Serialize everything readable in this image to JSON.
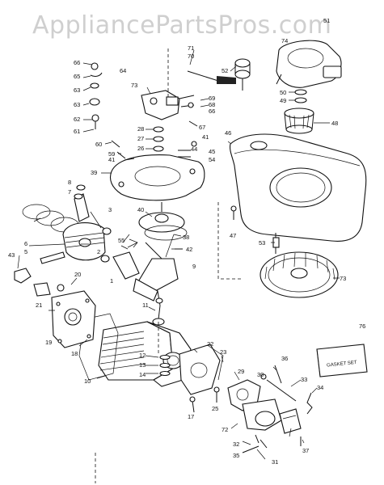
{
  "watermark": "AppliancePartsPros.com",
  "labels": {
    "l1": "1",
    "l2": "2",
    "l3": "3",
    "l5": "5",
    "l6": "6",
    "l7": "7",
    "l8": "8",
    "l9": "9",
    "l10": "10",
    "l11": "11",
    "l12": "12",
    "l13": "13",
    "l14": "14",
    "l17": "17",
    "l18": "18",
    "l19": "19",
    "l20": "20",
    "l21": "21",
    "l22": "22",
    "l23": "23",
    "l25": "25",
    "l26": "26",
    "l27": "27",
    "l28": "28",
    "l29": "29",
    "l30": "30",
    "l31": "31",
    "l32": "32",
    "l33": "33",
    "l34": "34",
    "l35": "35",
    "l36": "36",
    "l37": "37",
    "l38": "38",
    "l39": "39",
    "l40": "40",
    "l41": "41",
    "l41b": "41",
    "l42": "42",
    "l43": "43",
    "l44": "44",
    "l45": "45",
    "l46": "46",
    "l47": "47",
    "l48": "48",
    "l49": "49",
    "l50": "50",
    "l51": "51",
    "l52": "52",
    "l53": "53",
    "l54": "54",
    "l55": "55",
    "l59": "59",
    "l60": "60",
    "l61": "61",
    "l62": "62",
    "l63": "63",
    "l63b": "63",
    "l64": "64",
    "l65": "65",
    "l66": "66",
    "l66b": "66",
    "l67": "67",
    "l68": "68",
    "l69": "69",
    "l70": "70",
    "l71": "71",
    "l72": "72",
    "l73": "73",
    "l73b": "73",
    "l74": "74",
    "l76": "76"
  },
  "gasket_set_label": "GASKET SET"
}
